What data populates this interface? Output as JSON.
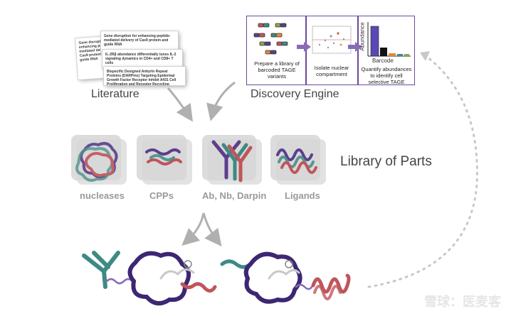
{
  "labels": {
    "literature": "Literature",
    "discovery_engine": "Discovery Engine",
    "library_of_parts": "Library of Parts"
  },
  "papers": [
    {
      "title": "Gene disruption for enhancing peptide-mediated delivery of Cas9 protein and guide RNA"
    },
    {
      "title": "IL-2Rβ abundance differentially tunes IL-2 signaling dynamics in CD4+ and CD8+ T cells"
    },
    {
      "title": "Bispecific Designed Ankyrin Repeat Proteins (DARPins) Targeting Epidermal Growth Factor Receptor Inhibit A431 Cell Proliferation and Receptor Recycling"
    }
  ],
  "engine_steps": [
    "Prepare a library of barcoded TAGE variants",
    "Isolate nuclear compartment",
    "Quantify abundances to identify cell selective TAGE"
  ],
  "engine_chart": {
    "ylabel": "Abundance",
    "xlabel": "Barcode"
  },
  "categories": [
    "nucleases",
    "CPPs",
    "Ab, Nb, Darpin",
    "Ligands"
  ],
  "colors": {
    "purple": "#5b3f8c",
    "teal": "#3e8a85",
    "red": "#c0555a",
    "gray": "#bdbdbd"
  },
  "watermark": "雪球：医麦客"
}
